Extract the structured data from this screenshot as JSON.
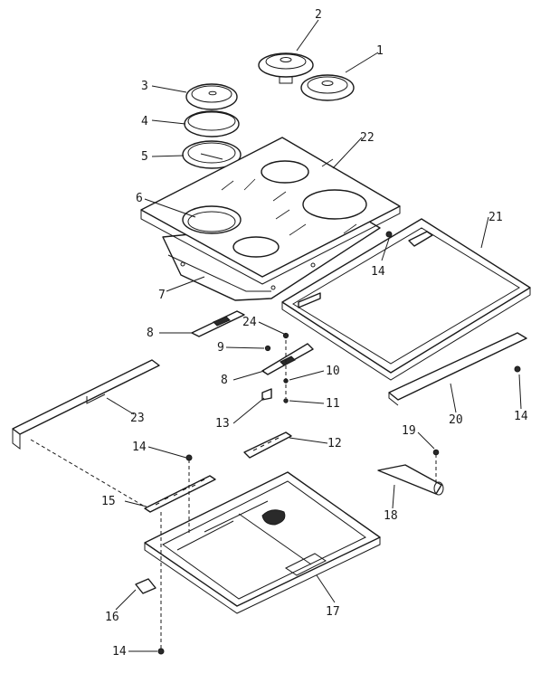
{
  "callouts": [
    {
      "id": "c1",
      "text": "1"
    },
    {
      "id": "c2",
      "text": "2"
    },
    {
      "id": "c3",
      "text": "3"
    },
    {
      "id": "c4",
      "text": "4"
    },
    {
      "id": "c5",
      "text": "5"
    },
    {
      "id": "c6",
      "text": "6"
    },
    {
      "id": "c7",
      "text": "7"
    },
    {
      "id": "c8a",
      "text": "8"
    },
    {
      "id": "c8b",
      "text": "8"
    },
    {
      "id": "c9",
      "text": "9"
    },
    {
      "id": "c10",
      "text": "10"
    },
    {
      "id": "c11",
      "text": "11"
    },
    {
      "id": "c12",
      "text": "12"
    },
    {
      "id": "c13",
      "text": "13"
    },
    {
      "id": "c14a",
      "text": "14"
    },
    {
      "id": "c14b",
      "text": "14"
    },
    {
      "id": "c14c",
      "text": "14"
    },
    {
      "id": "c14d",
      "text": "14"
    },
    {
      "id": "c15",
      "text": "15"
    },
    {
      "id": "c16",
      "text": "16"
    },
    {
      "id": "c17",
      "text": "17"
    },
    {
      "id": "c18",
      "text": "18"
    },
    {
      "id": "c19",
      "text": "19"
    },
    {
      "id": "c20",
      "text": "20"
    },
    {
      "id": "c21",
      "text": "21"
    },
    {
      "id": "c22",
      "text": "22"
    },
    {
      "id": "c23",
      "text": "23"
    },
    {
      "id": "c24",
      "text": "24"
    }
  ]
}
